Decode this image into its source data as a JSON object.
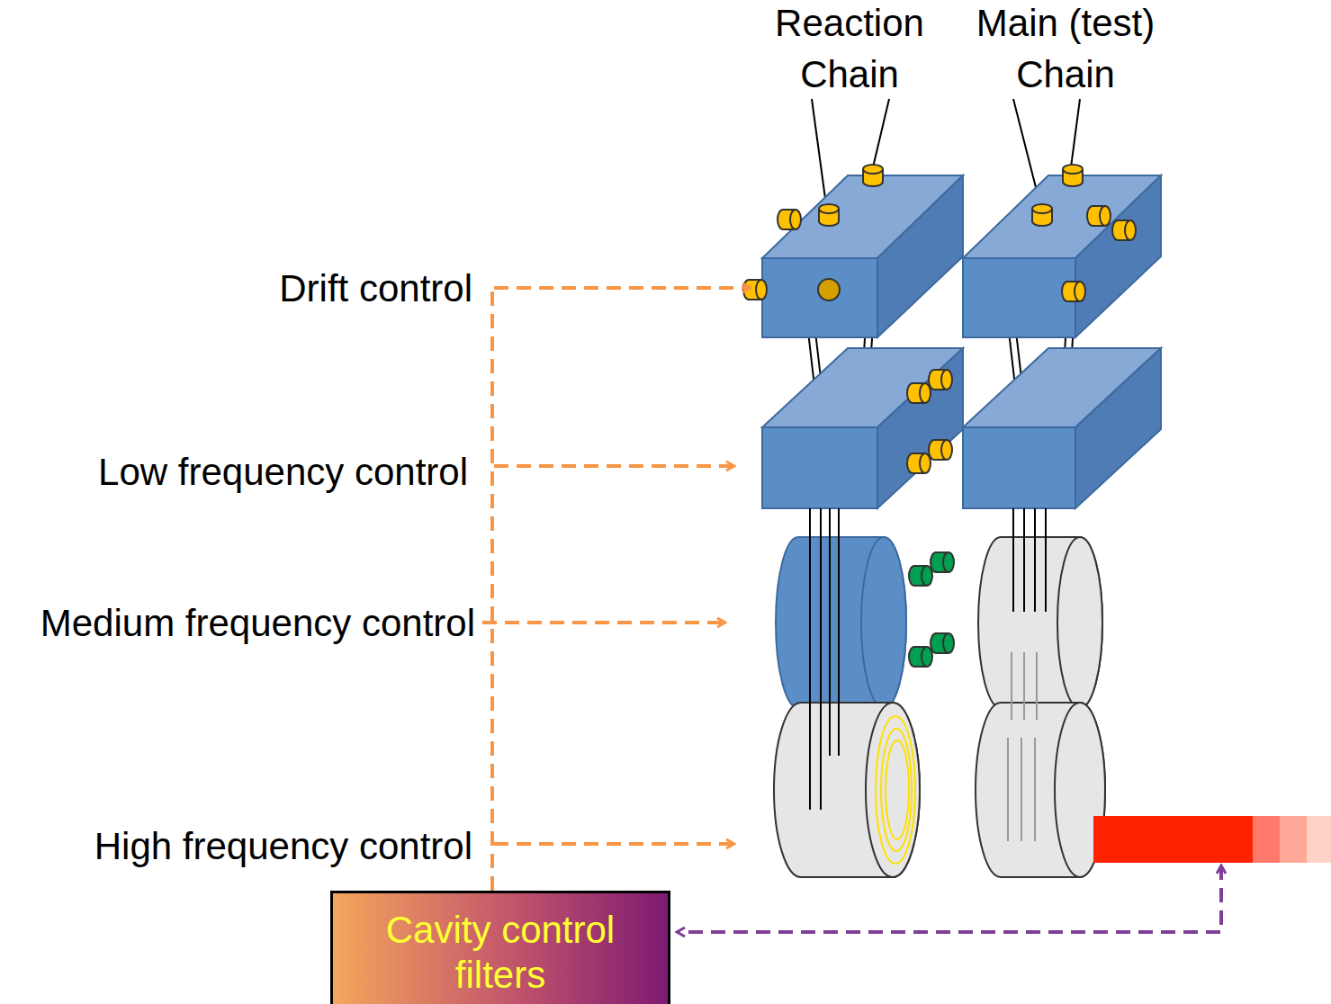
{
  "diagram": {
    "nodes": [
      {
        "text": [
          "Cavity control filters"
        ]
      }
    ],
    "labels": [
      "Reaction Chain",
      "Main (test) Chain",
      "Drift control",
      "Low frequency control",
      "Medium frequency control",
      "High frequency control"
    ]
  }
}
